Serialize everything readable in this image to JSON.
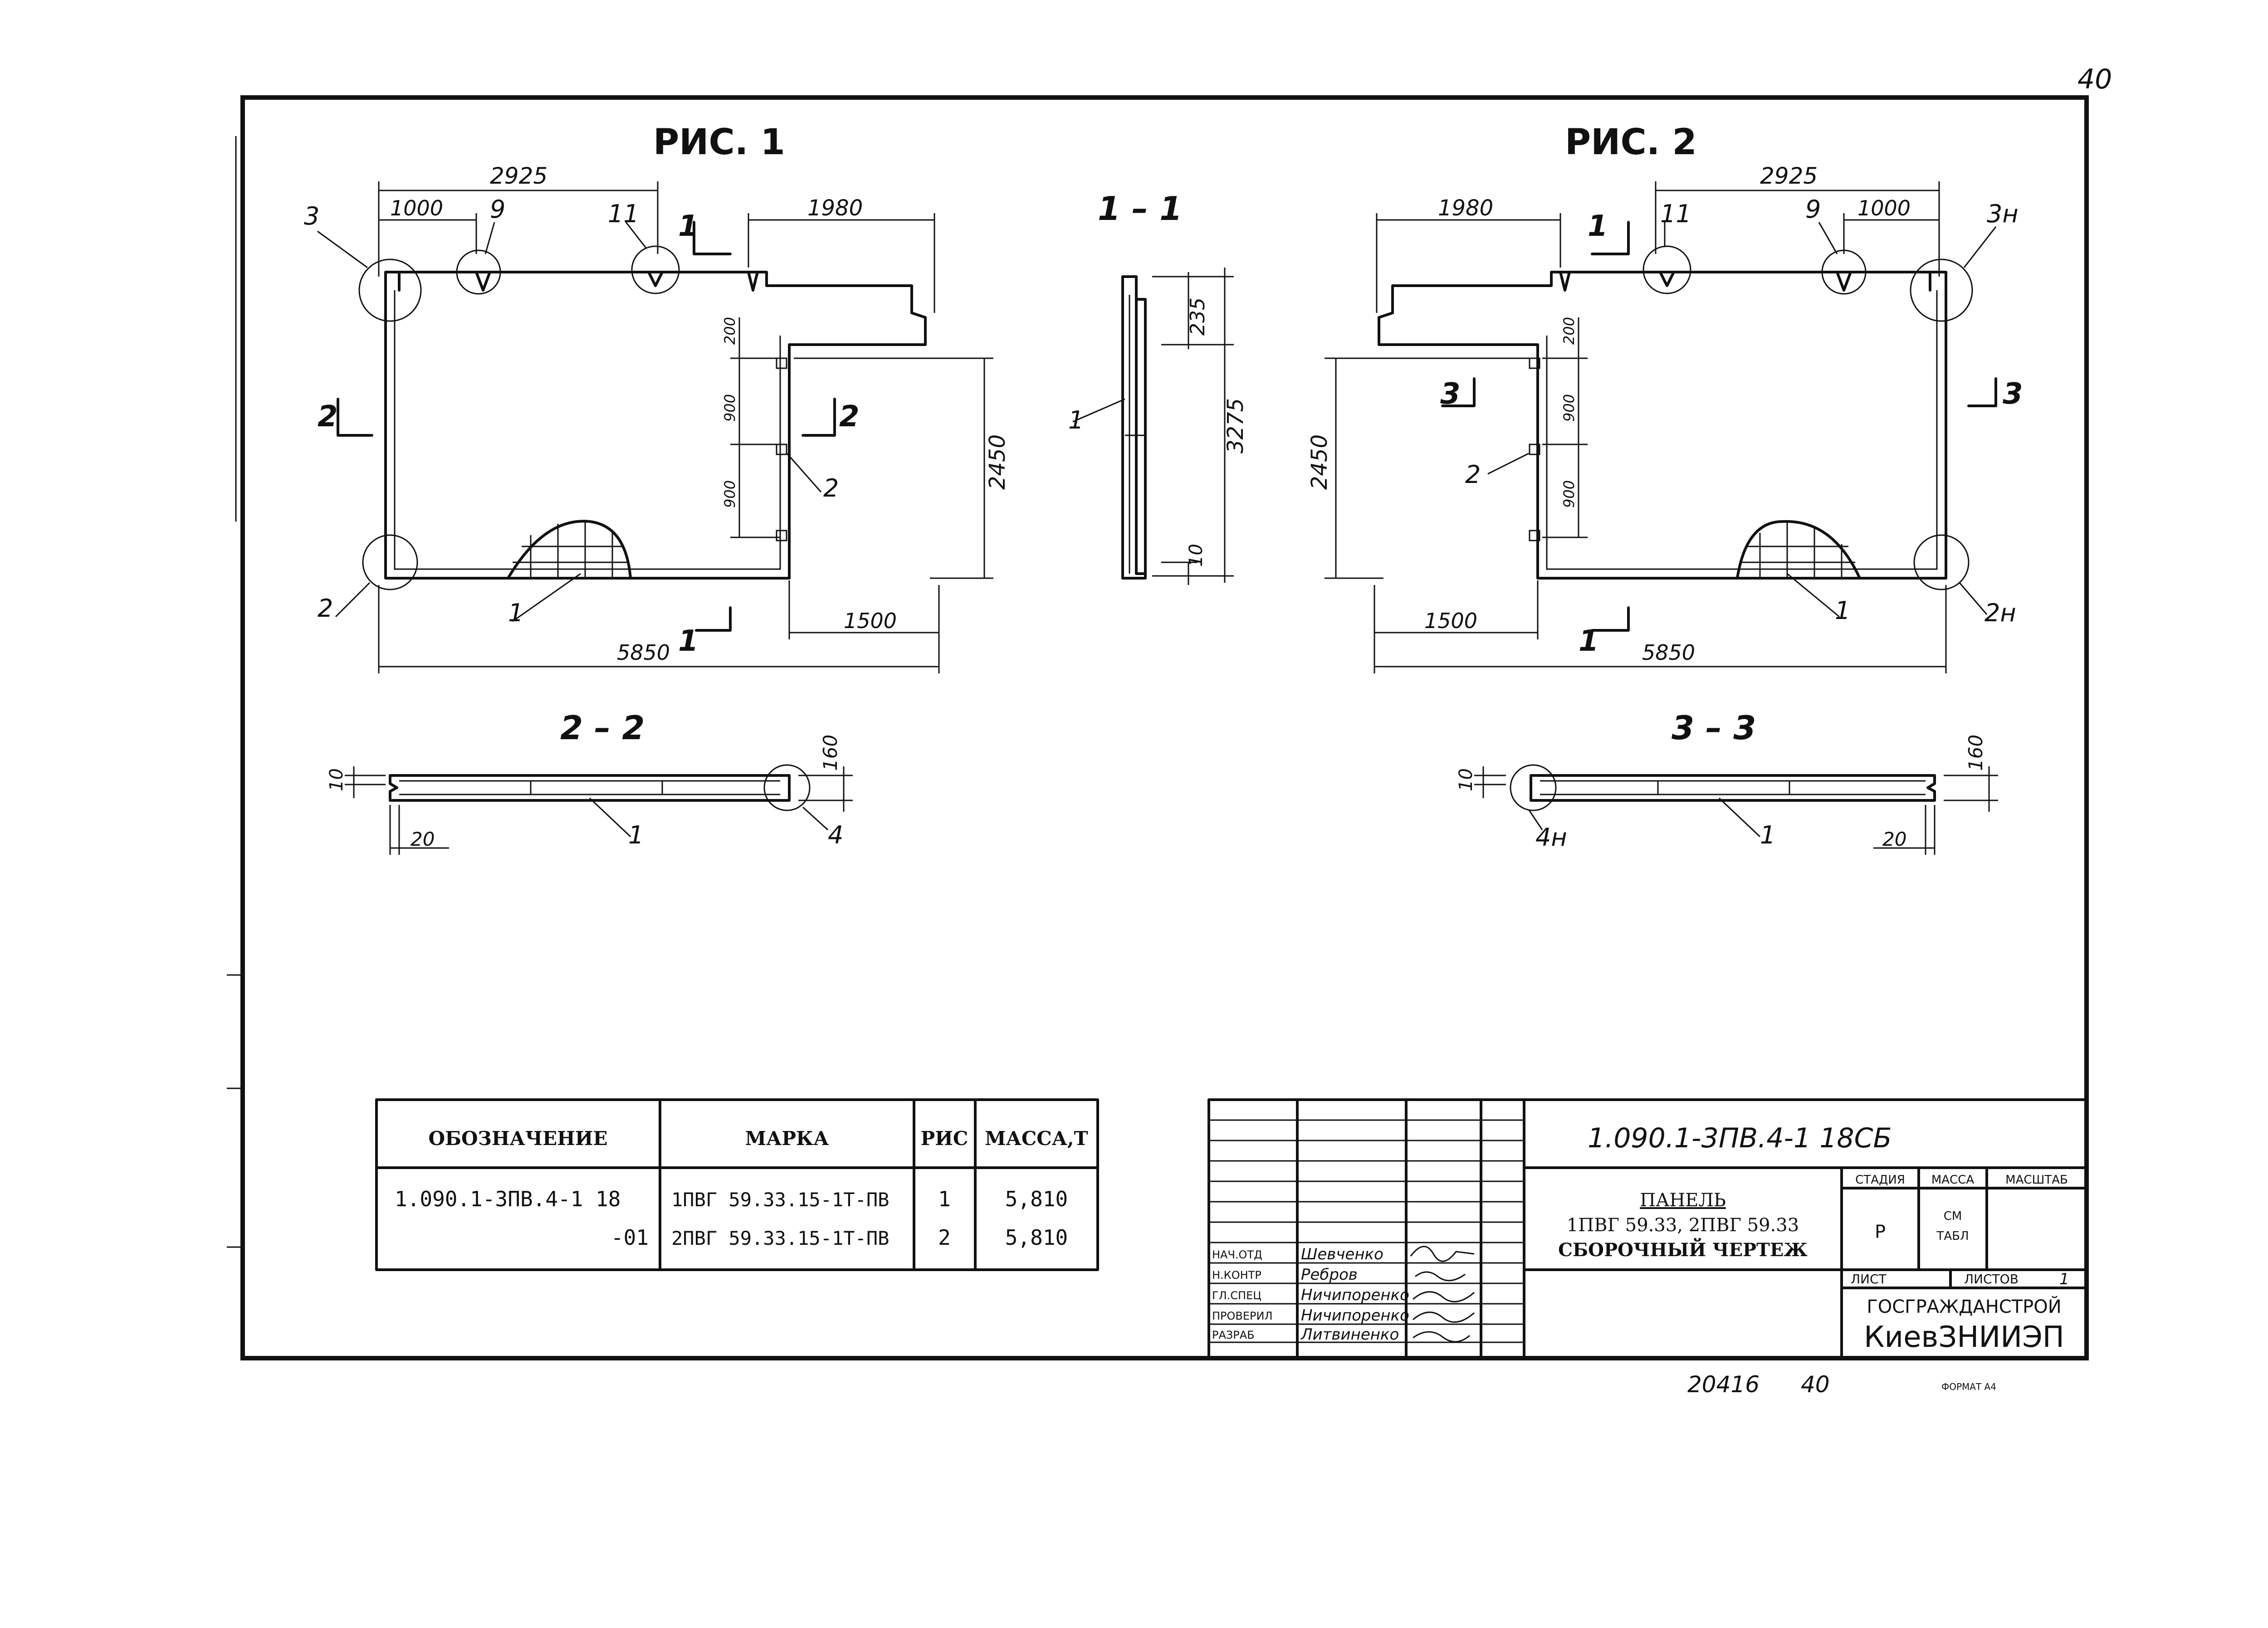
{
  "sheet_number_top": "40",
  "figures": {
    "fig1_title": "РИС. 1",
    "fig2_title": "РИС. 2",
    "section_1_1": "1 – 1",
    "section_2_2": "2 – 2",
    "section_3_3": "3 – 3"
  },
  "fig1": {
    "dims": {
      "top_overall": "2925",
      "top_left": "1000",
      "top_right": "1980",
      "height": "2450",
      "v_200": "200",
      "v_900a": "900",
      "v_900b": "900",
      "bottom_right": "1500",
      "bottom_overall": "5850"
    },
    "callouts": {
      "c3": "3",
      "c9": "9",
      "c11": "11",
      "c2": "2",
      "c1": "1",
      "c2b": "2"
    },
    "cuts": {
      "cut1_top": "1",
      "cut1_bottom": "1",
      "cut2_left": "2",
      "cut2_right": "2"
    }
  },
  "fig2": {
    "dims": {
      "top_overall": "2925",
      "top_left": "1980",
      "top_right": "1000",
      "height": "2450",
      "v_200": "200",
      "v_900a": "900",
      "v_900b": "900",
      "bottom_left": "1500",
      "bottom_overall": "5850"
    },
    "callouts": {
      "c3n": "3н",
      "c9": "9",
      "c11": "11",
      "c2n": "2н",
      "c1": "1",
      "c2": "2"
    },
    "cuts": {
      "cut1_top": "1",
      "cut1_bottom": "1",
      "cut3_left": "3",
      "cut3_right": "3"
    }
  },
  "sec11": {
    "dim_235": "235",
    "dim_3275": "3275",
    "dim_10": "10",
    "callout": "1"
  },
  "sec22": {
    "dim_10": "10",
    "dim_160": "160",
    "dim_20": "20",
    "callout1": "1",
    "callout4": "4"
  },
  "sec33": {
    "dim_10": "10",
    "dim_160": "160",
    "dim_20": "20",
    "callout1": "1",
    "callout4n": "4н"
  },
  "spec_table": {
    "headers": [
      "ОБОЗНАЧЕНИЕ",
      "МАРКА",
      "РИС",
      "МАССА,Т"
    ],
    "rows": [
      [
        "1.090.1-3ПВ.4-1 18",
        "1ПВГ 59.33.15-1Т-ПВ",
        "1",
        "5,810"
      ],
      [
        "-01",
        "2ПВГ 59.33.15-1Т-ПВ",
        "2",
        "5,810"
      ]
    ]
  },
  "title_block": {
    "code": "1.090.1-3ПВ.4-1   18СБ",
    "title_line1": "ПАНЕЛЬ",
    "title_line2": "1ПВГ 59.33, 2ПВГ 59.33",
    "title_line3": "СБОРОЧНЫЙ ЧЕРТЕЖ",
    "col_stage": "СТАДИЯ",
    "col_mass": "МАССА",
    "col_scale": "МАСШТАБ",
    "stage_value": "Р",
    "mass_value": "СМ\nТАБЛ",
    "sheet_label": "ЛИСТ",
    "sheets_label": "ЛИСТОВ",
    "sheets_value": "1",
    "org1": "ГОСГРАЖДАНСТРОЙ",
    "org2": "КиевЗНИИЭП",
    "signers": [
      {
        "role": "НАЧ.ОТД",
        "name": "Шевченко"
      },
      {
        "role": "Н.КОНТР",
        "name": "Ребров"
      },
      {
        "role": "ГЛ.СПЕЦ",
        "name": "Ничипоренко"
      },
      {
        "role": "ПРОВЕРИЛ",
        "name": "Ничипоренко"
      },
      {
        "role": "РАЗРАБ",
        "name": "Литвиненко"
      }
    ]
  },
  "footer": {
    "inventory": "20416",
    "page": "40",
    "format": "ФОРМАТ А4"
  }
}
